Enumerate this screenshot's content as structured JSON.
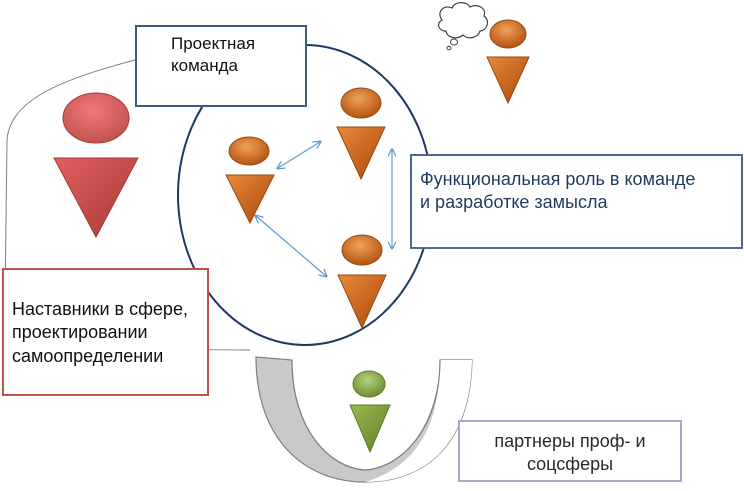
{
  "labels": {
    "team": [
      "Проектная",
      "команда"
    ],
    "role": [
      "Функциональная роль в команде",
      "и разработке замысла"
    ],
    "mentors": [
      "Наставники в сфере,",
      "проектировании",
      "самоопределении"
    ],
    "partners": [
      "партнеры проф- и",
      "соцсферы"
    ]
  },
  "colors": {
    "team_member": "#c55a11",
    "mentor": "#c0504d",
    "partner": "#77933c",
    "circle_stroke": "#1f3864",
    "connector": "#5b9bd5",
    "cup_fill": "#c9c9c9"
  },
  "icons": [
    "thought-bubble-icon"
  ]
}
